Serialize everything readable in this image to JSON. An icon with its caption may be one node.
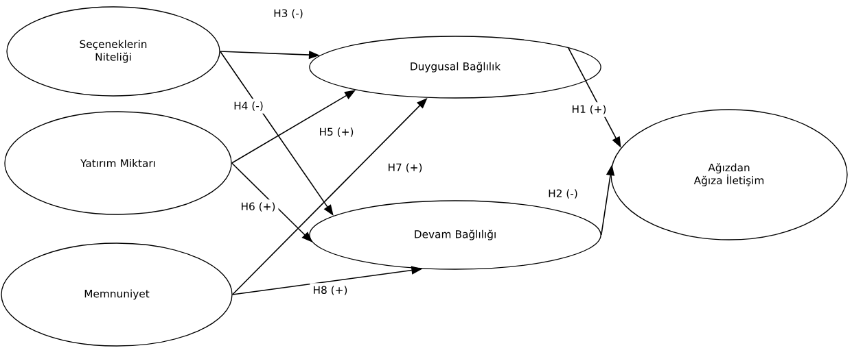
{
  "diagram": {
    "nodes": [
      {
        "text": [
          "Seçeneklerin Niteliği"
        ]
      },
      {
        "text": [
          "Yatırım Miktarı"
        ]
      },
      {
        "text": [
          "Memnuniyet"
        ]
      },
      {
        "text": [
          "Duygusal Bağlılık"
        ]
      },
      {
        "text": [
          "Devam Bağlılığı"
        ]
      },
      {
        "text": [
          "Ağızdan Ağıza İletişim"
        ]
      }
    ],
    "edges": [
      {
        "from": 0,
        "to": 3,
        "arrow": "to",
        "label": "H3 (-)"
      },
      {
        "from": 0,
        "to": 4,
        "arrow": "to",
        "label": "H4 (-)"
      },
      {
        "from": 1,
        "to": 3,
        "arrow": "to",
        "label": "H5 (+)"
      },
      {
        "from": 1,
        "to": 4,
        "arrow": "to",
        "label": "H6 (+)"
      },
      {
        "from": 2,
        "to": 3,
        "arrow": "to",
        "label": "H7 (+)"
      },
      {
        "from": 2,
        "to": 4,
        "arrow": "to",
        "label": "H8 (+)"
      },
      {
        "from": 3,
        "to": 5,
        "arrow": "to",
        "label": "H1 (+)"
      },
      {
        "from": 4,
        "to": 5,
        "arrow": "to",
        "label": "H2 (-)"
      }
    ]
  }
}
